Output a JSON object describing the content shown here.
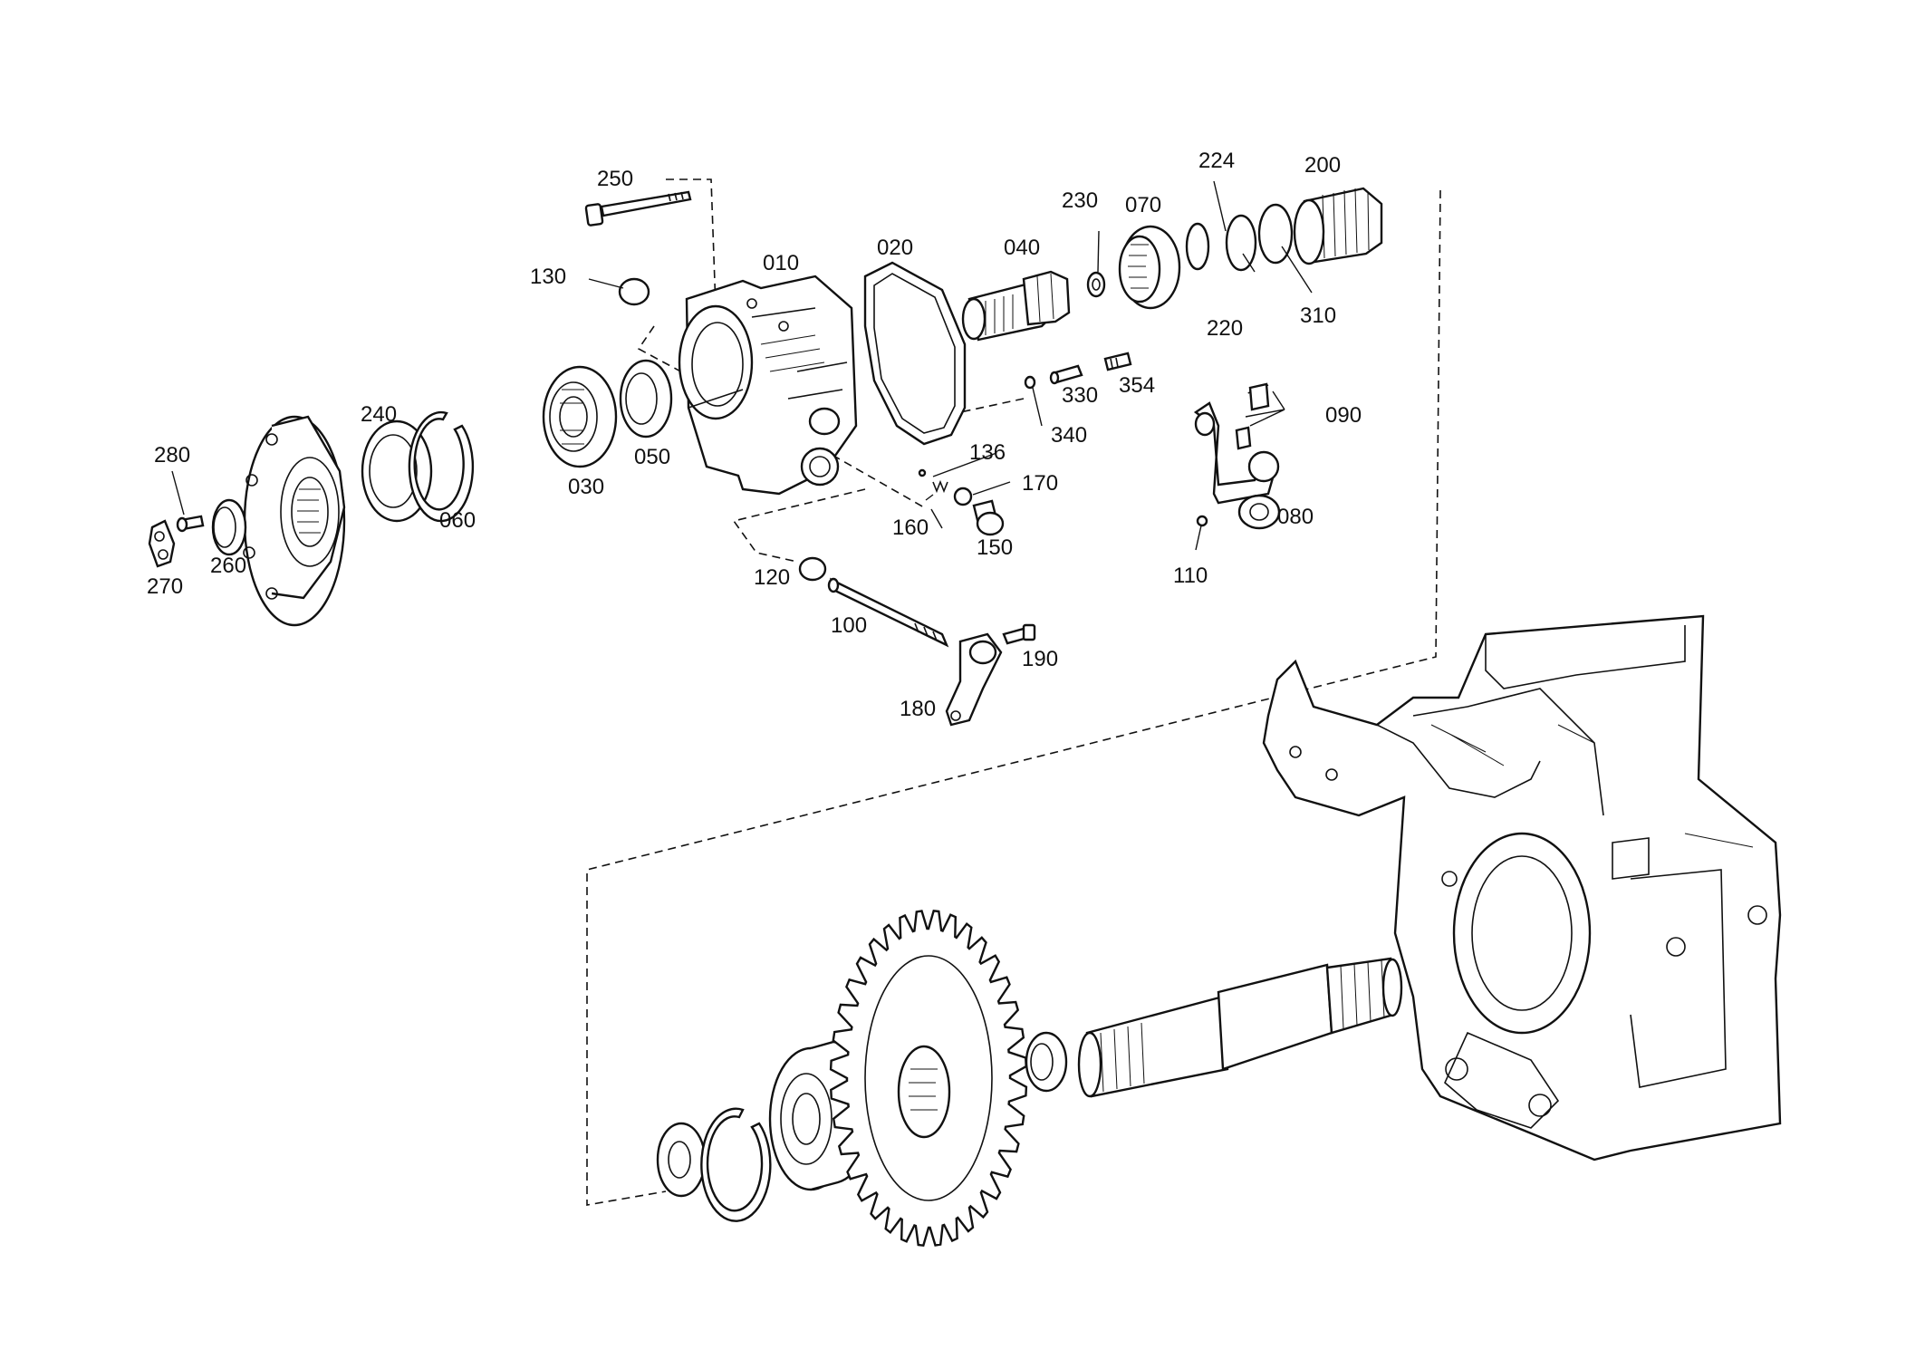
{
  "labels": {
    "p010": "010",
    "p020": "020",
    "p030": "030",
    "p040": "040",
    "p050": "050",
    "p060": "060",
    "p070": "070",
    "p080": "080",
    "p090": "090",
    "p100": "100",
    "p110": "110",
    "p120": "120",
    "p130": "130",
    "p136": "136",
    "p150": "150",
    "p160": "160",
    "p170": "170",
    "p180": "180",
    "p190": "190",
    "p200": "200",
    "p220": "220",
    "p224": "224",
    "p230": "230",
    "p240": "240",
    "p250": "250",
    "p260": "260",
    "p270": "270",
    "p280": "280",
    "p310": "310",
    "p330": "330",
    "p340": "340",
    "p354": "354"
  }
}
